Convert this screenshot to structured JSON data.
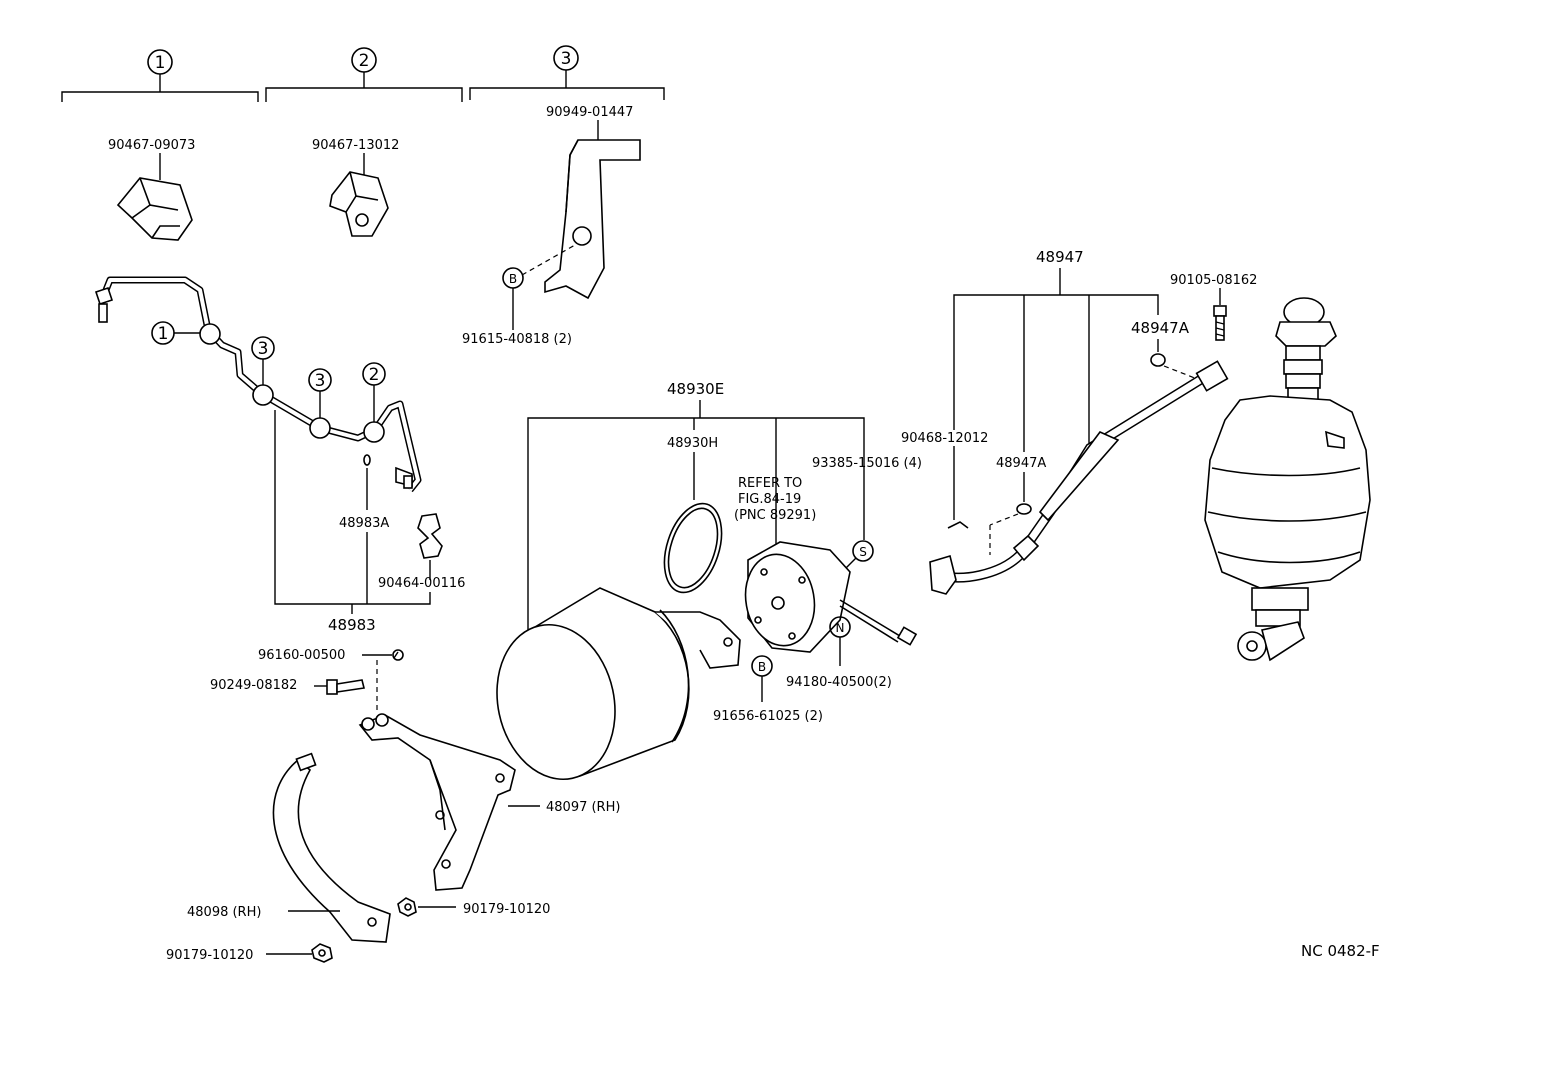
{
  "diagram": {
    "group_markers": [
      "1",
      "2",
      "3"
    ],
    "labels": {
      "p_90467_09073": "90467-09073",
      "p_90467_13012": "90467-13012",
      "p_90949_01447": "90949-01447",
      "p_91615_40818": "91615-40818 (2)",
      "p_48983a": "48983A",
      "p_90464_00116": "90464-00116",
      "p_48983": "48983",
      "p_96160_00500": "96160-00500",
      "p_90249_08182": "90249-08182",
      "p_48930e": "48930E",
      "p_48930h": "48930H",
      "refer_1": "REFER TO",
      "refer_2": "FIG.84-19",
      "refer_3": "(PNC 89291)",
      "p_93385_15016": "93385-15016 (4)",
      "p_94180_40500": "94180-40500(2)",
      "p_91656_61025": "91656-61025 (2)",
      "p_48097": "48097 (RH)",
      "p_48098": "48098 (RH)",
      "p_90179_10120_a": "90179-10120",
      "p_90179_10120_b": "90179-10120",
      "p_48947": "48947",
      "p_90105_08162": "90105-08162",
      "p_48947a_1": "48947A",
      "p_90468_12012": "90468-12012",
      "p_48947a_2": "48947A",
      "figure_code": "NC  0482-F"
    },
    "callouts": {
      "b": "B",
      "s": "S",
      "n": "N"
    }
  }
}
